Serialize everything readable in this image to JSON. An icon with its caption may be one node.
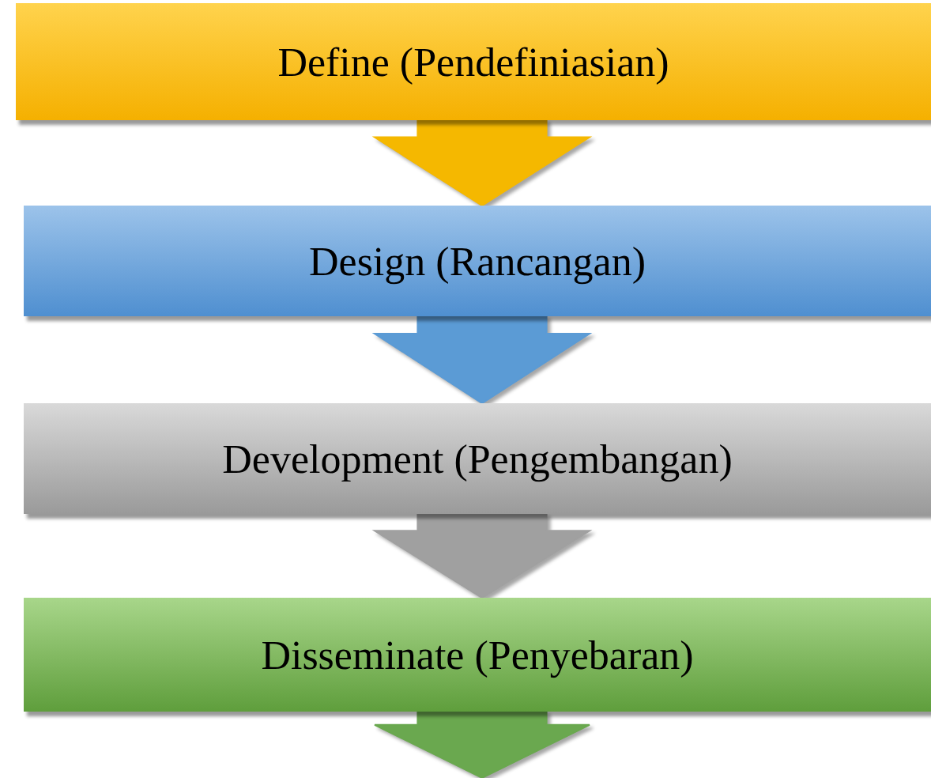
{
  "diagram": {
    "nodes": [
      {
        "text": [
          "Define (Pendefiniasian)"
        ]
      },
      {
        "text": [
          "Design (Rancangan)"
        ]
      },
      {
        "text": [
          "Development (Pengembangan)"
        ]
      },
      {
        "text": [
          "Disseminate (Penyebaran)"
        ]
      }
    ],
    "edges": [
      {
        "from": 0,
        "to": 1,
        "arrow": "to",
        "style": "thick",
        "color": "#f5b800"
      },
      {
        "from": 1,
        "to": 2,
        "arrow": "to",
        "style": "thick",
        "color": "#5b9bd5"
      },
      {
        "from": 2,
        "to": 3,
        "arrow": "to",
        "style": "thick",
        "color": "#a0a0a0"
      },
      {
        "from": 3,
        "to": null,
        "arrow": "to",
        "style": "thick",
        "color": "#6aa84f"
      }
    ]
  }
}
